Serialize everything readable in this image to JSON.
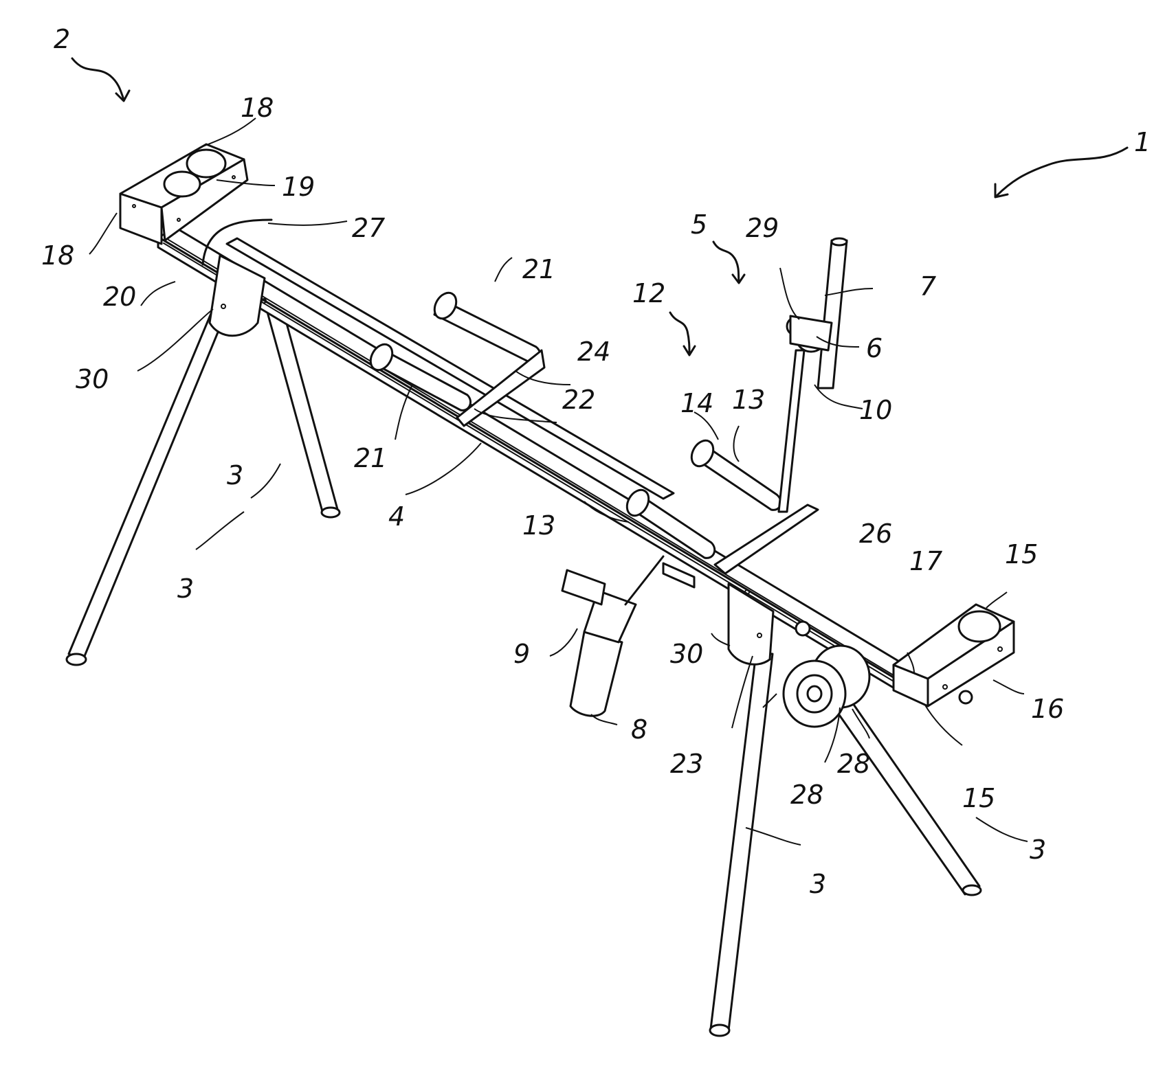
{
  "figure": {
    "ref_labels": {
      "assembly_1": "1",
      "assembly_2": "2",
      "leg_rear_left_inner": "3",
      "leg_rear_left_outer": "3",
      "leg_front_center": "3",
      "leg_front_right": "3",
      "beam_4": "4",
      "arrow_5": "5",
      "part_6": "6",
      "handle_7": "7",
      "handle_8": "8",
      "part_9": "9",
      "part_10": "10",
      "arrow_12": "12",
      "roller_13_top": "13",
      "roller_13_left": "13",
      "plate_14": "14",
      "roller_15_top": "15",
      "roller_15_bottom": "15",
      "plate_16": "16",
      "part_17": "17",
      "roller_18_top": "18",
      "roller_18_left": "18",
      "plate_19": "19",
      "part_20": "20",
      "roller_21_top": "21",
      "roller_21_left": "21",
      "plate_22": "22",
      "part_23": "23",
      "plate_24": "24",
      "rail_26": "26",
      "part_27": "27",
      "wheel_28_left": "28",
      "wheel_28_right": "28",
      "part_29": "29",
      "bracket_30_left": "30",
      "bracket_30_right": "30"
    }
  }
}
